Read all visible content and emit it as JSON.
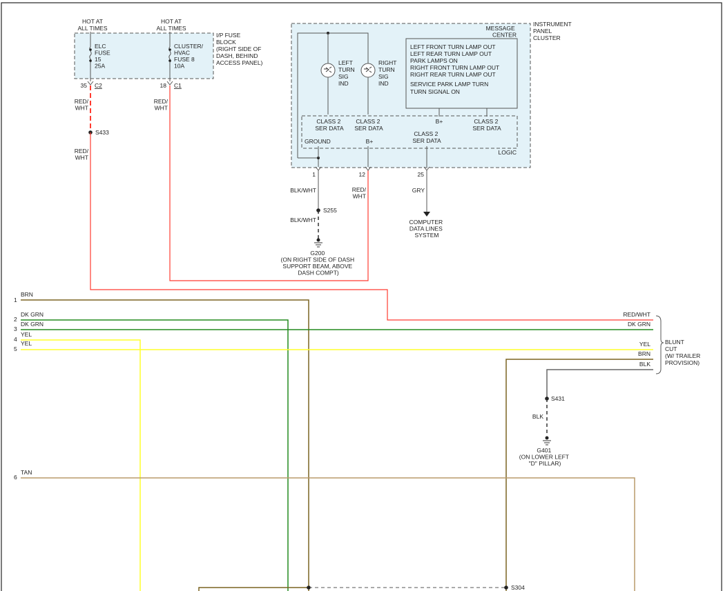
{
  "fuse_block": {
    "hot_left": [
      "HOT AT",
      "ALL TIMES"
    ],
    "hot_right": [
      "HOT AT",
      "ALL TIMES"
    ],
    "title": [
      "I/P FUSE",
      "BLOCK",
      "(RIGHT SIDE OF",
      "DASH, BEHIND",
      "ACCESS PANEL)"
    ],
    "fuse1": [
      "ELC",
      "FUSE",
      "15",
      "25A"
    ],
    "fuse2": [
      "CLUSTER/",
      "HVAC",
      "FUSE 8",
      "10A"
    ],
    "pin1": "35",
    "conn1": "C2",
    "pin2": "18",
    "conn2": "C1"
  },
  "cluster": {
    "title": [
      "INSTRUMENT",
      "PANEL",
      "CLUSTER"
    ],
    "message_center": [
      "MESSAGE",
      "CENTER"
    ],
    "left_ind": [
      "LEFT",
      "TURN",
      "SIG",
      "IND"
    ],
    "right_ind": [
      "RIGHT",
      "TURN",
      "SIG",
      "IND"
    ],
    "messages": [
      "LEFT FRONT TURN LAMP OUT",
      "LEFT REAR TURN LAMP OUT",
      "PARK LAMPS ON",
      "RIGHT FRONT TURN LAMP OUT",
      "RIGHT REAR TURN LAMP OUT",
      "",
      "SERVICE PARK LAMP TURN",
      "TURN SIGNAL ON"
    ],
    "msg_bplus": "B+",
    "msg_class2": [
      "CLASS 2",
      "SER DATA"
    ],
    "logic_class2_a": [
      "CLASS 2",
      "SER DATA"
    ],
    "logic_class2_b": [
      "CLASS 2",
      "SER DATA"
    ],
    "logic_class2_c": [
      "CLASS 2",
      "SER DATA"
    ],
    "logic_ground": "GROUND",
    "logic_bplus": "B+",
    "logic_label": "LOGIC",
    "pin_ground": "1",
    "pin_bplus": "12",
    "pin_data": "25"
  },
  "wires": {
    "red_wht_1": [
      "RED/",
      "WHT"
    ],
    "red_wht_2": [
      "RED/",
      "WHT"
    ],
    "red_wht_3": [
      "RED/",
      "WHT"
    ],
    "red_wht_4": [
      "RED/",
      "WHT"
    ],
    "blk_wht_1": "BLK/WHT",
    "blk_wht_2": "BLK/WHT",
    "gry": "GRY",
    "blk": "BLK",
    "computer": [
      "COMPUTER",
      "DATA LINES",
      "SYSTEM"
    ]
  },
  "splices": {
    "s433": "S433",
    "s255": "S255",
    "s431": "S431",
    "s304": "S304"
  },
  "grounds": {
    "g200": [
      "G200",
      "(ON RIGHT SIDE OF DASH",
      "SUPPORT BEAM, ABOVE",
      "DASH COMPT)"
    ],
    "g401": [
      "G401",
      "(ON LOWER LEFT",
      "\"D\" PILLAR)"
    ]
  },
  "left_pins": [
    {
      "num": "1",
      "color": "BRN"
    },
    {
      "num": "2",
      "color": "DK GRN"
    },
    {
      "num": "3",
      "color": "DK GRN"
    },
    {
      "num": "4",
      "color": "YEL"
    },
    {
      "num": "5",
      "color": "YEL"
    },
    {
      "num": "6",
      "color": "TAN"
    }
  ],
  "right_wires": [
    "RED/WHT",
    "DK GRN",
    "YEL",
    "BRN",
    "BLK"
  ],
  "blunt_cut": [
    "BLUNT",
    "CUT",
    "(W/ TRAILER",
    "PROVISION)"
  ],
  "colors": {
    "red": "#ff3b30",
    "brown": "#7a6320",
    "dkgreen": "#228a1e",
    "yellow": "#ffff2a",
    "tan": "#b89a6a",
    "grey": "#666666",
    "box_fill": "#e3f2f8"
  }
}
